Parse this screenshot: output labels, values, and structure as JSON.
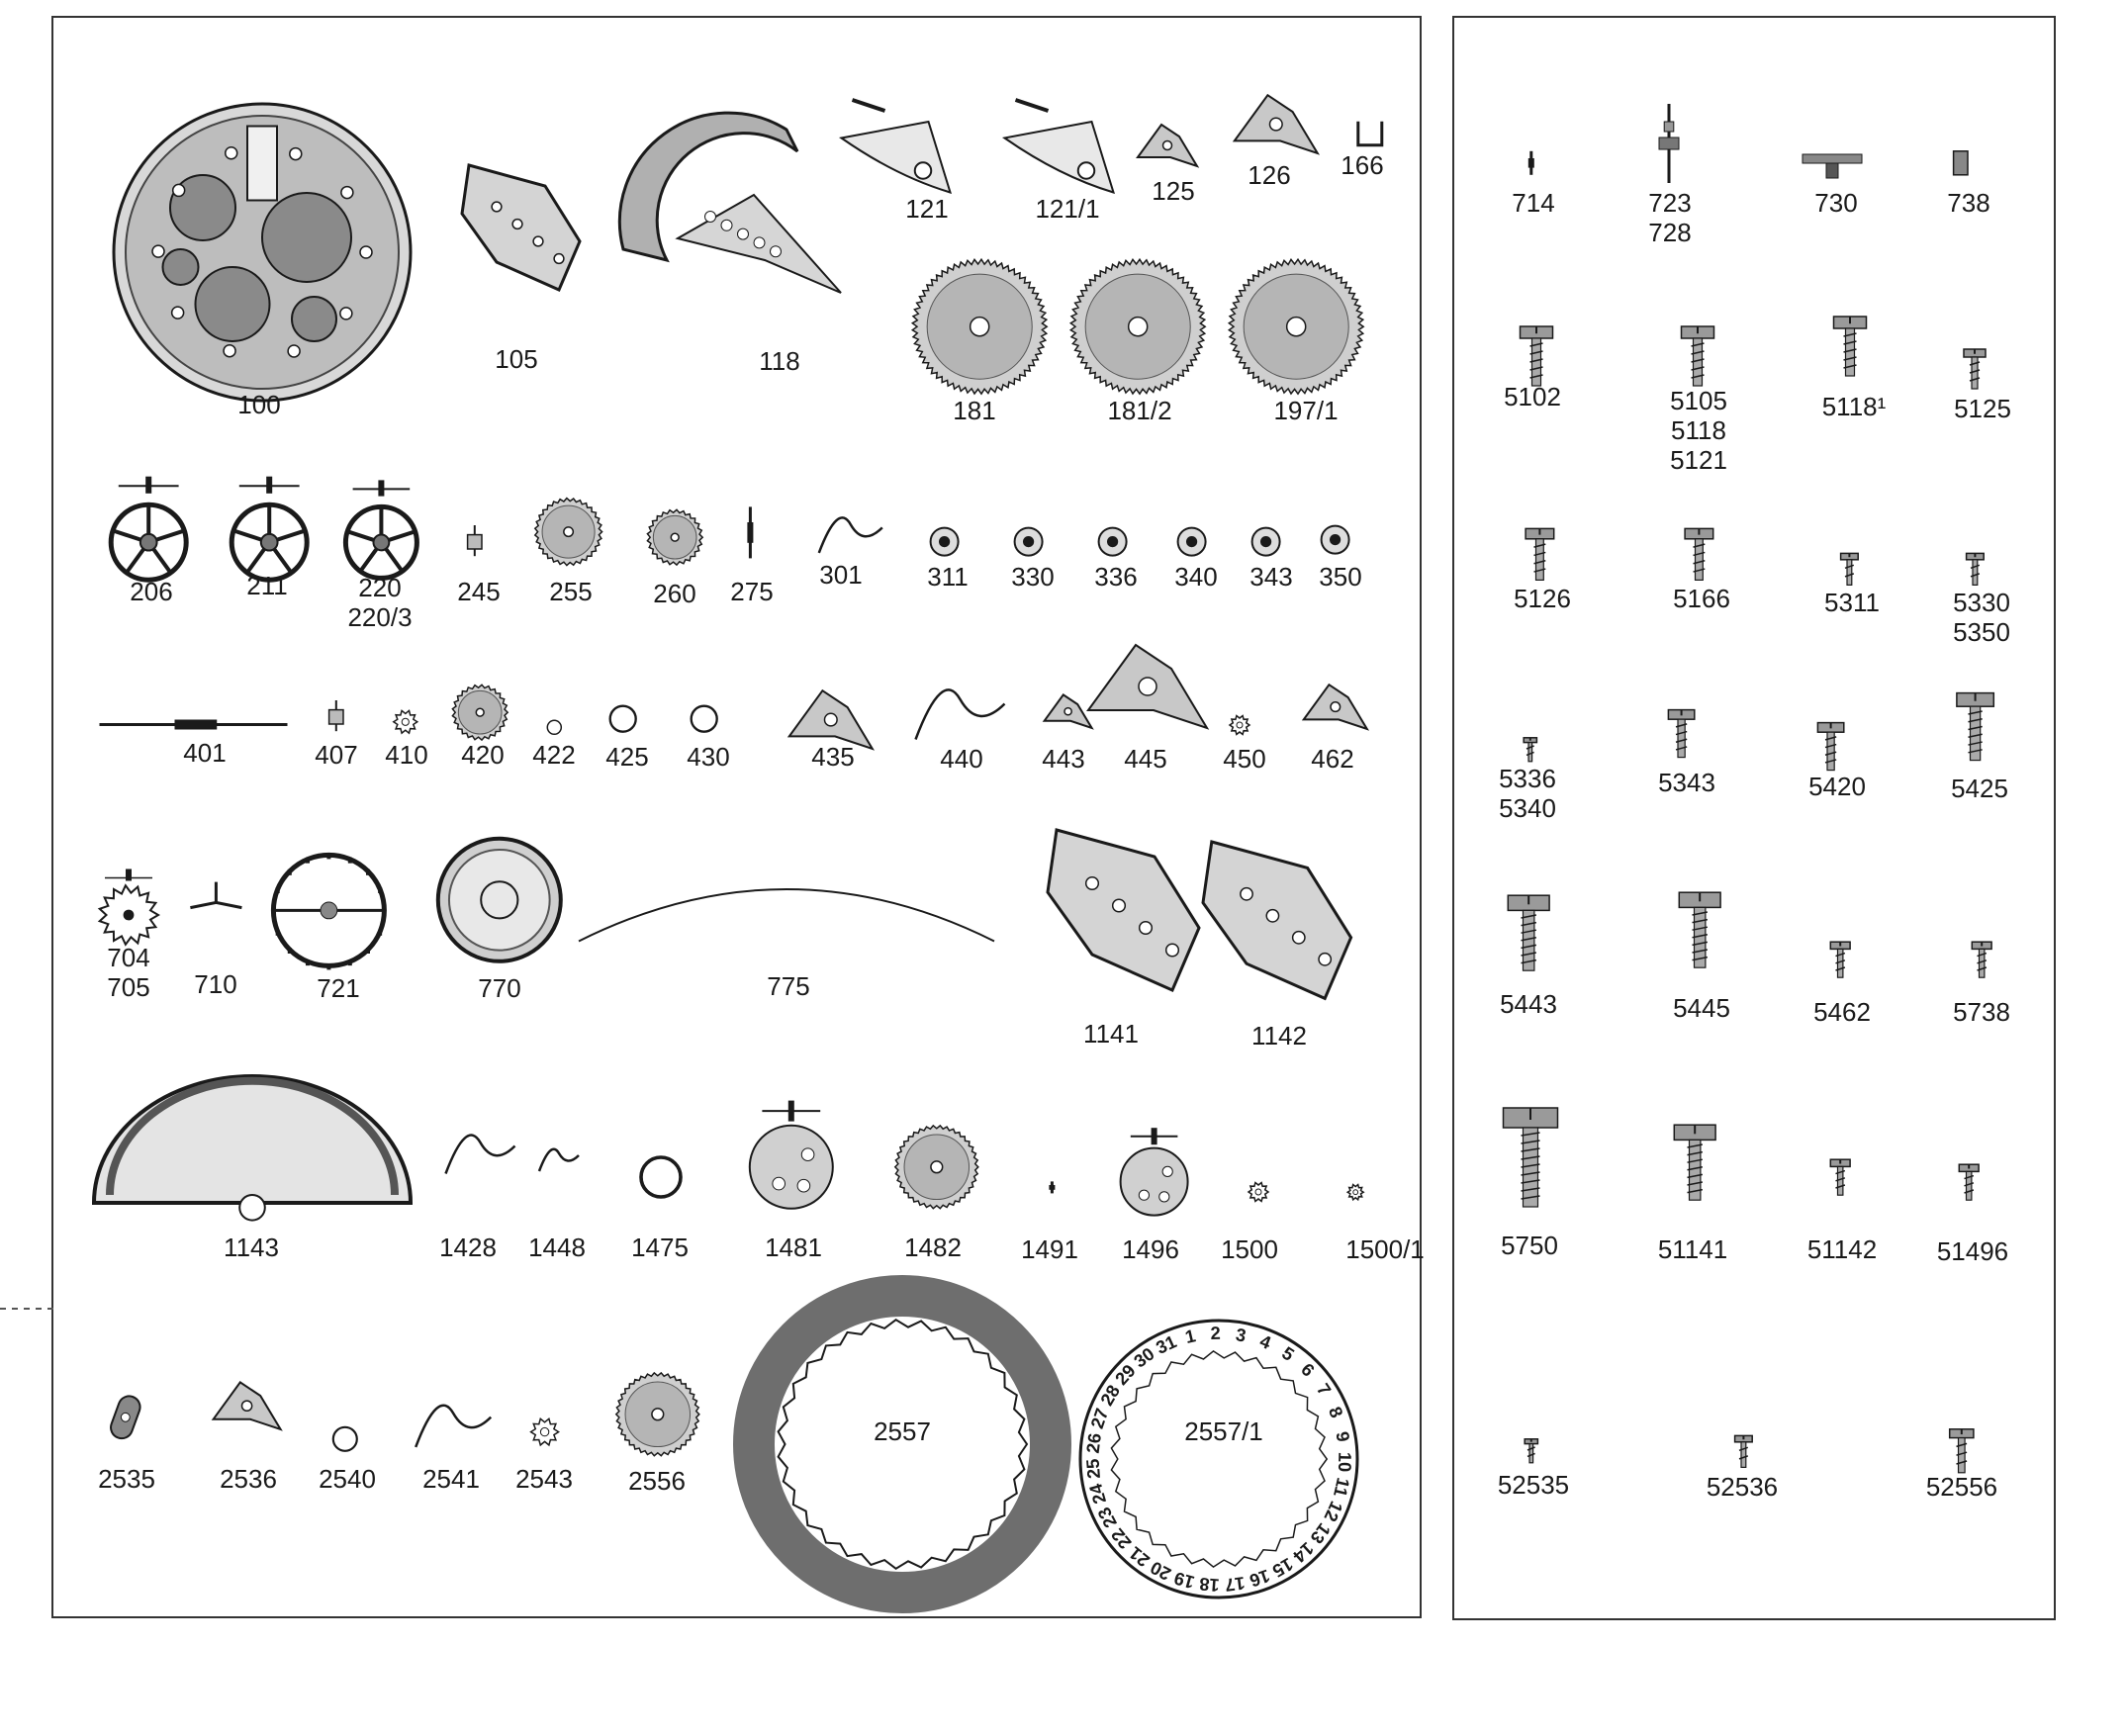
{
  "left_panel": {
    "parts": [
      {
        "id": "100",
        "labels": [
          "100"
        ],
        "icon": "mainplate-icon"
      },
      {
        "id": "105",
        "labels": [
          "105"
        ],
        "icon": "bridge-icon"
      },
      {
        "id": "118",
        "labels": [
          "118"
        ],
        "icon": "rotor-bridge-icon"
      },
      {
        "id": "121",
        "labels": [
          "121"
        ],
        "icon": "sector-icon"
      },
      {
        "id": "121-1",
        "labels": [
          "121/1"
        ],
        "icon": "sector-icon"
      },
      {
        "id": "125",
        "labels": [
          "125"
        ],
        "icon": "lever-icon"
      },
      {
        "id": "126",
        "labels": [
          "126"
        ],
        "icon": "lever-icon"
      },
      {
        "id": "166",
        "labels": [
          "166"
        ],
        "icon": "clip-icon"
      },
      {
        "id": "181",
        "labels": [
          "181"
        ],
        "icon": "gear-icon"
      },
      {
        "id": "181-2",
        "labels": [
          "181/2"
        ],
        "icon": "gear-icon"
      },
      {
        "id": "197-1",
        "labels": [
          "197/1"
        ],
        "icon": "gear-icon"
      },
      {
        "id": "206",
        "labels": [
          "206"
        ],
        "icon": "spoked-wheel-icon"
      },
      {
        "id": "211",
        "labels": [
          "211"
        ],
        "icon": "spoked-wheel-icon"
      },
      {
        "id": "220",
        "labels": [
          "220",
          "220/3"
        ],
        "icon": "spoked-wheel-icon"
      },
      {
        "id": "245",
        "labels": [
          "245"
        ],
        "icon": "pinion-icon"
      },
      {
        "id": "255",
        "labels": [
          "255"
        ],
        "icon": "gear-icon"
      },
      {
        "id": "260",
        "labels": [
          "260"
        ],
        "icon": "gear-icon"
      },
      {
        "id": "275",
        "labels": [
          "275"
        ],
        "icon": "pin-icon"
      },
      {
        "id": "301",
        "labels": [
          "301"
        ],
        "icon": "spring-icon"
      },
      {
        "id": "311",
        "labels": [
          "311"
        ],
        "icon": "jewel-icon"
      },
      {
        "id": "330",
        "labels": [
          "330"
        ],
        "icon": "jewel-icon"
      },
      {
        "id": "336",
        "labels": [
          "336"
        ],
        "icon": "jewel-icon"
      },
      {
        "id": "340",
        "labels": [
          "340"
        ],
        "icon": "jewel-icon"
      },
      {
        "id": "343",
        "labels": [
          "343"
        ],
        "icon": "jewel-icon"
      },
      {
        "id": "350",
        "labels": [
          "350"
        ],
        "icon": "jewel-icon"
      },
      {
        "id": "401",
        "labels": [
          "401"
        ],
        "icon": "stem-icon"
      },
      {
        "id": "407",
        "labels": [
          "407"
        ],
        "icon": "pinion-icon"
      },
      {
        "id": "410",
        "labels": [
          "410"
        ],
        "icon": "small-gear-icon"
      },
      {
        "id": "420",
        "labels": [
          "420"
        ],
        "icon": "gear-icon"
      },
      {
        "id": "422",
        "labels": [
          "422"
        ],
        "icon": "ring-icon"
      },
      {
        "id": "425",
        "labels": [
          "425"
        ],
        "icon": "ring-icon"
      },
      {
        "id": "430",
        "labels": [
          "430"
        ],
        "icon": "ring-icon"
      },
      {
        "id": "435",
        "labels": [
          "435"
        ],
        "icon": "lever-icon"
      },
      {
        "id": "440",
        "labels": [
          "440"
        ],
        "icon": "spring-icon"
      },
      {
        "id": "443",
        "labels": [
          "443"
        ],
        "icon": "lever-icon"
      },
      {
        "id": "445",
        "labels": [
          "445"
        ],
        "icon": "lever-icon"
      },
      {
        "id": "450",
        "labels": [
          "450"
        ],
        "icon": "small-gear-icon"
      },
      {
        "id": "462",
        "labels": [
          "462"
        ],
        "icon": "lever-icon"
      },
      {
        "id": "704",
        "labels": [
          "704",
          "705"
        ],
        "icon": "escape-wheel-icon"
      },
      {
        "id": "710",
        "labels": [
          "710"
        ],
        "icon": "pallet-icon"
      },
      {
        "id": "721",
        "labels": [
          "721"
        ],
        "icon": "balance-icon"
      },
      {
        "id": "770",
        "labels": [
          "770"
        ],
        "icon": "barrel-icon"
      },
      {
        "id": "775",
        "labels": [
          "775"
        ],
        "icon": "mainspring-icon"
      },
      {
        "id": "1141",
        "labels": [
          "1141"
        ],
        "icon": "bridge-icon"
      },
      {
        "id": "1142",
        "labels": [
          "1142"
        ],
        "icon": "bridge-icon"
      },
      {
        "id": "1143",
        "labels": [
          "1143"
        ],
        "icon": "rotor-icon"
      },
      {
        "id": "1428",
        "labels": [
          "1428"
        ],
        "icon": "spring-icon"
      },
      {
        "id": "1448",
        "labels": [
          "1448"
        ],
        "icon": "spring-icon"
      },
      {
        "id": "1475",
        "labels": [
          "1475"
        ],
        "icon": "ring-icon"
      },
      {
        "id": "1481",
        "labels": [
          "1481"
        ],
        "icon": "wheel-icon"
      },
      {
        "id": "1482",
        "labels": [
          "1482"
        ],
        "icon": "gear-icon"
      },
      {
        "id": "1491",
        "labels": [
          "1491"
        ],
        "icon": "pin-icon"
      },
      {
        "id": "1496",
        "labels": [
          "1496"
        ],
        "icon": "wheel-icon"
      },
      {
        "id": "1500",
        "labels": [
          "1500"
        ],
        "icon": "small-gear-icon"
      },
      {
        "id": "1500-1",
        "labels": [
          "1500/1"
        ],
        "icon": "small-gear-icon"
      },
      {
        "id": "2535",
        "labels": [
          "2535"
        ],
        "icon": "link-icon"
      },
      {
        "id": "2536",
        "labels": [
          "2536"
        ],
        "icon": "lever-icon"
      },
      {
        "id": "2540",
        "labels": [
          "2540"
        ],
        "icon": "ring-icon"
      },
      {
        "id": "2541",
        "labels": [
          "2541"
        ],
        "icon": "spring-icon"
      },
      {
        "id": "2543",
        "labels": [
          "2543"
        ],
        "icon": "small-gear-icon"
      },
      {
        "id": "2556",
        "labels": [
          "2556"
        ],
        "icon": "gear-icon"
      },
      {
        "id": "2557",
        "labels": [
          "2557"
        ],
        "icon": "date-ring-icon"
      },
      {
        "id": "2557-1",
        "labels": [
          "2557/1"
        ],
        "icon": "date-disc-icon"
      }
    ],
    "date_disc_numbers": [
      "1",
      "2",
      "3",
      "4",
      "5",
      "6",
      "7",
      "8",
      "9",
      "10",
      "11",
      "12",
      "13",
      "14",
      "15",
      "16",
      "17",
      "18",
      "19",
      "20",
      "21",
      "22",
      "23",
      "24",
      "25",
      "26",
      "27",
      "28",
      "29",
      "30",
      "31"
    ]
  },
  "right_panel": {
    "parts": [
      {
        "id": "714",
        "labels": [
          "714"
        ],
        "icon": "pin-icon"
      },
      {
        "id": "723",
        "labels": [
          "723",
          "728"
        ],
        "icon": "balance-staff-icon"
      },
      {
        "id": "730",
        "labels": [
          "730"
        ],
        "icon": "roller-icon"
      },
      {
        "id": "738",
        "labels": [
          "738"
        ],
        "icon": "stud-icon"
      },
      {
        "id": "5102",
        "labels": [
          "5102"
        ],
        "icon": "screw-icon"
      },
      {
        "id": "5105",
        "labels": [
          "5105",
          "5118",
          "5121"
        ],
        "icon": "screw-icon"
      },
      {
        "id": "5118-1",
        "labels": [
          "5118¹"
        ],
        "icon": "screw-icon"
      },
      {
        "id": "5125",
        "labels": [
          "5125"
        ],
        "icon": "screw-icon"
      },
      {
        "id": "5126",
        "labels": [
          "5126"
        ],
        "icon": "screw-icon"
      },
      {
        "id": "5166",
        "labels": [
          "5166"
        ],
        "icon": "screw-icon"
      },
      {
        "id": "5311",
        "labels": [
          "5311"
        ],
        "icon": "screw-icon"
      },
      {
        "id": "5330",
        "labels": [
          "5330",
          "5350"
        ],
        "icon": "screw-icon"
      },
      {
        "id": "5336",
        "labels": [
          "5336",
          "5340"
        ],
        "icon": "screw-icon"
      },
      {
        "id": "5343",
        "labels": [
          "5343"
        ],
        "icon": "screw-icon"
      },
      {
        "id": "5420",
        "labels": [
          "5420"
        ],
        "icon": "screw-icon"
      },
      {
        "id": "5425",
        "labels": [
          "5425"
        ],
        "icon": "screw-icon"
      },
      {
        "id": "5443",
        "labels": [
          "5443"
        ],
        "icon": "screw-icon"
      },
      {
        "id": "5445",
        "labels": [
          "5445"
        ],
        "icon": "screw-icon"
      },
      {
        "id": "5462",
        "labels": [
          "5462"
        ],
        "icon": "screw-icon"
      },
      {
        "id": "5738",
        "labels": [
          "5738"
        ],
        "icon": "screw-icon"
      },
      {
        "id": "5750",
        "labels": [
          "5750"
        ],
        "icon": "screw-icon"
      },
      {
        "id": "51141",
        "labels": [
          "51141"
        ],
        "icon": "screw-icon"
      },
      {
        "id": "51142",
        "labels": [
          "51142"
        ],
        "icon": "screw-icon"
      },
      {
        "id": "51496",
        "labels": [
          "51496"
        ],
        "icon": "screw-icon"
      },
      {
        "id": "52535",
        "labels": [
          "52535"
        ],
        "icon": "screw-icon"
      },
      {
        "id": "52536",
        "labels": [
          "52536"
        ],
        "icon": "screw-icon"
      },
      {
        "id": "52556",
        "labels": [
          "52556"
        ],
        "icon": "screw-icon"
      }
    ]
  },
  "colors": {
    "ink": "#1a1a1a",
    "paper": "#ffffff",
    "halftone": "#6e6e6e"
  }
}
